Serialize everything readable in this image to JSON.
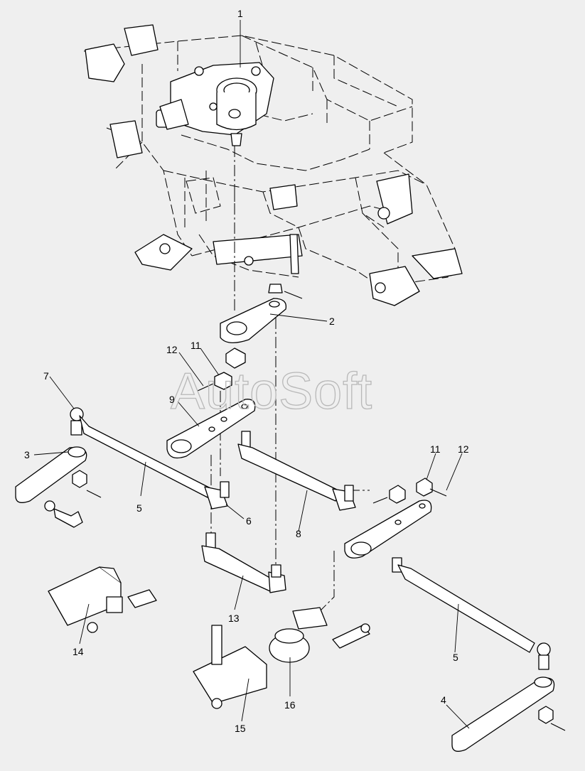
{
  "watermark": "AutoSoft",
  "callouts": {
    "c1": "1",
    "c2": "2",
    "c3": "3",
    "c4": "4",
    "c5a": "5",
    "c5b": "5",
    "c6": "6",
    "c7": "7",
    "c8": "8",
    "c9": "9",
    "c11a": "11",
    "c11b": "11",
    "c12a": "12",
    "c12b": "12",
    "c13": "13",
    "c14": "14",
    "c15": "15",
    "c16": "16"
  }
}
